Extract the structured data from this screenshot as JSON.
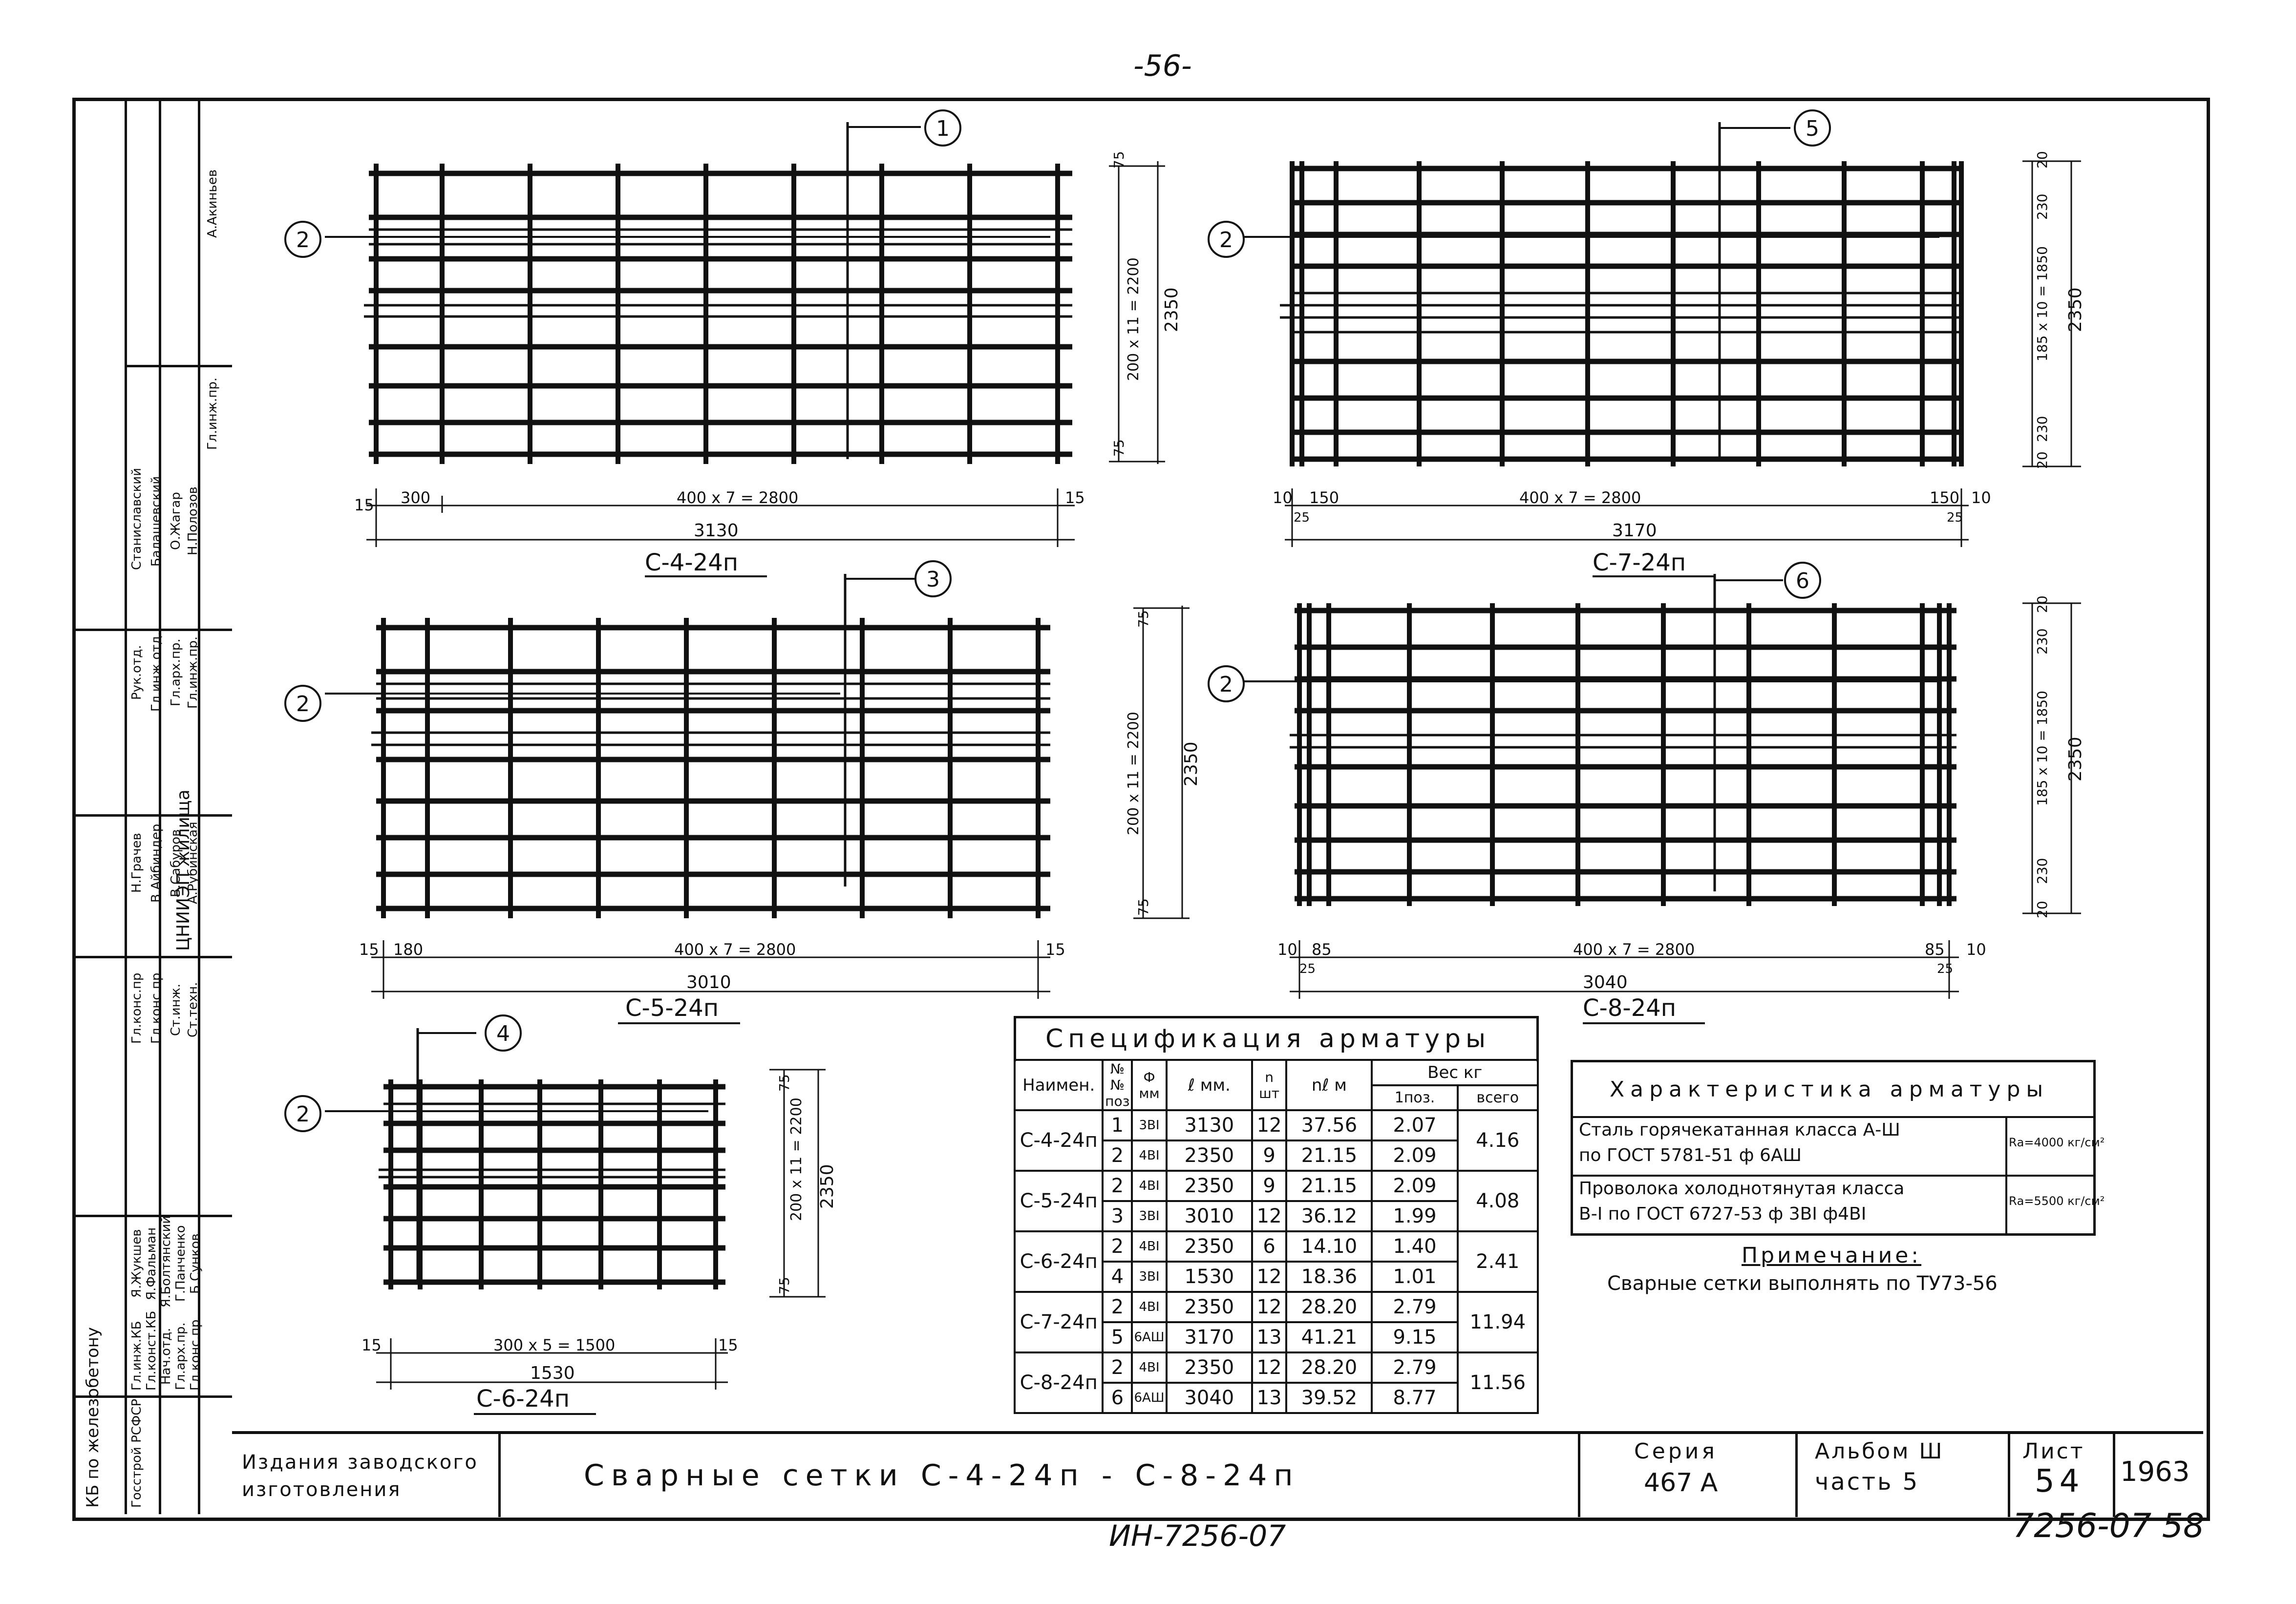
{
  "page_number": "-56-",
  "bottom_code_left": "ИН-7256-07",
  "bottom_code_right": "7256-07 58",
  "year": "1963",
  "meshes": [
    {
      "name": "С-4-24п",
      "pos_top": "1",
      "pos_side": "2",
      "dim_bottom_parts": [
        "15",
        "300",
        "400 x 7 = 2800",
        "15"
      ],
      "dim_bottom_total": "3130",
      "dim_side_inner": "200 x 11 = 2200",
      "dim_side_total": "2350",
      "dim_side_ends": [
        "75",
        "75"
      ]
    },
    {
      "name": "С-7-24п",
      "pos_top": "5",
      "pos_side": "2",
      "dim_bottom_parts": [
        "10",
        "150",
        "400 x 7 = 2800",
        "150",
        "10"
      ],
      "dim_bottom_sub": [
        "25",
        "25"
      ],
      "dim_bottom_total": "3170",
      "dim_side_inner": "185 x 10 = 1850",
      "dim_side_total": "2350",
      "dim_side_ends": [
        "20",
        "230",
        "230",
        "20"
      ]
    },
    {
      "name": "С-5-24п",
      "pos_top": "3",
      "pos_side": "2",
      "dim_bottom_parts": [
        "15",
        "180",
        "400 x 7 = 2800",
        "15"
      ],
      "dim_bottom_total": "3010",
      "dim_side_inner": "200 x 11 = 2200",
      "dim_side_total": "2350",
      "dim_side_ends": [
        "75",
        "75"
      ]
    },
    {
      "name": "С-8-24п",
      "pos_top": "6",
      "pos_side": "2",
      "dim_bottom_parts": [
        "10",
        "85",
        "400 x 7 = 2800",
        "85",
        "10"
      ],
      "dim_bottom_sub": [
        "25",
        "25"
      ],
      "dim_bottom_total": "3040",
      "dim_side_inner": "185 x 10 = 1850",
      "dim_side_total": "2350",
      "dim_side_ends": [
        "20",
        "230",
        "230",
        "20"
      ]
    },
    {
      "name": "С-6-24п",
      "pos_top": "4",
      "pos_side": "2",
      "dim_bottom_parts": [
        "15",
        "300 x 5 = 1500",
        "15"
      ],
      "dim_bottom_total": "1530",
      "dim_side_inner": "200 x 11 = 2200",
      "dim_side_total": "2350",
      "dim_side_ends": [
        "75",
        "75"
      ]
    }
  ],
  "spec": {
    "title": "Спецификация арматуры",
    "headers": {
      "name": "Наимен.",
      "pos": "№№ поз",
      "dia": "Ф мм",
      "len": "ℓ мм.",
      "n": "n шт",
      "nl": "nℓ м",
      "weight": "Вес кг",
      "w_pos": "1поз.",
      "w_total": "всего"
    },
    "rows": [
      {
        "name": "С-4-24п",
        "items": [
          [
            "1",
            "3BI",
            "3130",
            "12",
            "37.56",
            "2.07"
          ],
          [
            "2",
            "4BI",
            "2350",
            "9",
            "21.15",
            "2.09"
          ]
        ],
        "total": "4.16"
      },
      {
        "name": "С-5-24п",
        "items": [
          [
            "2",
            "4BI",
            "2350",
            "9",
            "21.15",
            "2.09"
          ],
          [
            "3",
            "3BI",
            "3010",
            "12",
            "36.12",
            "1.99"
          ]
        ],
        "total": "4.08"
      },
      {
        "name": "С-6-24п",
        "items": [
          [
            "2",
            "4BI",
            "2350",
            "6",
            "14.10",
            "1.40"
          ],
          [
            "4",
            "3BI",
            "1530",
            "12",
            "18.36",
            "1.01"
          ]
        ],
        "total": "2.41"
      },
      {
        "name": "С-7-24п",
        "items": [
          [
            "2",
            "4BI",
            "2350",
            "12",
            "28.20",
            "2.79"
          ],
          [
            "5",
            "6АШ",
            "3170",
            "13",
            "41.21",
            "9.15"
          ]
        ],
        "total": "11.94"
      },
      {
        "name": "С-8-24п",
        "items": [
          [
            "2",
            "4BI",
            "2350",
            "12",
            "28.20",
            "2.79"
          ],
          [
            "6",
            "6АШ",
            "3040",
            "13",
            "39.52",
            "8.77"
          ]
        ],
        "total": "11.56"
      }
    ]
  },
  "characteristics": {
    "title": "Характеристика арматуры",
    "line1a": "Сталь горячекатанная класса А-Ш",
    "line1b": "по ГОСТ 5781-51 ф 6АШ",
    "r1": "Rа=4000 кг/см²",
    "line2a": "Проволока холоднотянутая класса",
    "line2b": "В-I по ГОСТ 6727-53 ф 3ВI ф4ВI",
    "r2": "Rа=5500 кг/см²"
  },
  "note": {
    "title": "Примечание:",
    "text": "Сварные сетки выполнять по ТУ73-56"
  },
  "title_block": {
    "edition": "Издания заводского изготовления",
    "title": "Сварные сетки С-4-24п - С-8-24п",
    "series_label": "Серия",
    "series": "467 А",
    "album_label": "Альбом Ш",
    "part": "часть 5",
    "sheet_label": "Лист",
    "sheet": "54"
  },
  "side_block": {
    "org_top": "КБ по железобетону",
    "org_bottom": "Госстрой РСФСР",
    "institute": "ЦНИИЭП жилища",
    "roles_left": [
      "Гл.инж.КБ",
      "Гл.конст.КБ",
      "Нач.отд.",
      "Гл.арх.пр.",
      "Гл.конс.пр"
    ],
    "names_left": [
      "Я.Жукшев",
      "Я.Фальман",
      "Я.Болтянский",
      "Г.Панченко",
      "Б.Сунков"
    ],
    "roles_mid": [
      "Гл.конс.пр",
      "Гл.конс.пр",
      "Ст.инж.",
      "Ст.техн."
    ],
    "names_mid": [
      "Н.Грачев",
      "В.Айбиндер",
      "В.Сабуров",
      "А.Рубинская"
    ],
    "roles_top": [
      "Рук.отд.",
      "Гл.инж.отд.",
      "Гл.арх.пр.",
      "Гл.инж.пр."
    ],
    "names_top": [
      "Станиславский",
      "Балашевский",
      "О.Жагар",
      "Н.Полозов"
    ],
    "chief": "Гл.инж.пр.",
    "chief_name": "А.Акиньев"
  }
}
